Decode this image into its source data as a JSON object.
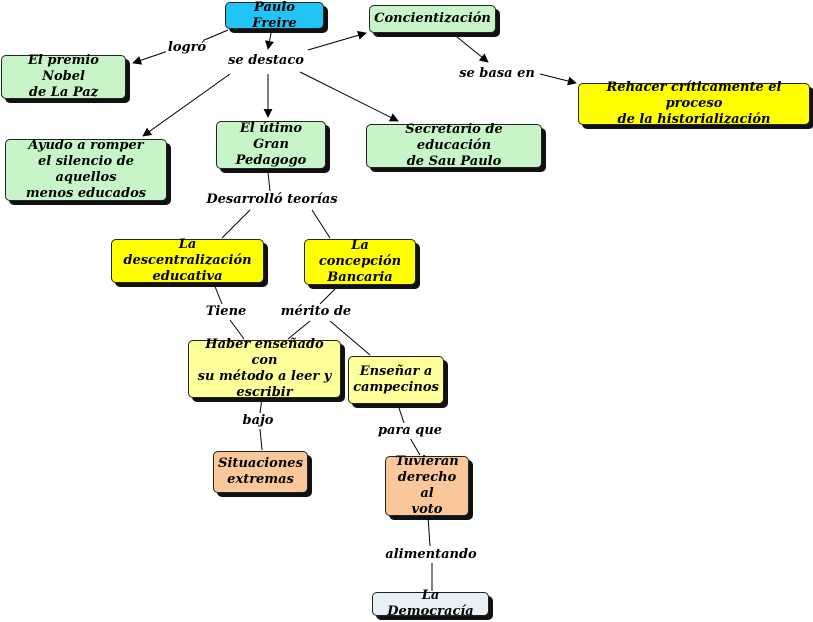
{
  "colors": {
    "blue": "#21c4f5",
    "green": "#c8f5c8",
    "yellow": "#ffff00",
    "lightyellow": "#ffff99",
    "orange": "#f9c79a",
    "gray": "#e6f0f5"
  },
  "nodes": {
    "paulo": "Paulo Freire",
    "concientizacion": "Concientización",
    "nobel": "El premio Nobel\nde La Paz",
    "rehacer": "Rehacer críticamente el proceso\nde la historialización",
    "ayudo": "Ayudo a romper\nel silencio de aquellos\nmenos educados",
    "pedagogo": "El útimo Gran\nPedagogo",
    "secretario": "Secretario de educación\nde Sau Paulo",
    "descentralizacion": "La descentralización\neducativa",
    "bancaria": "La concepción\nBancaria",
    "haber": "Haber enseñado con\nsu método a leer y\nescribir",
    "ensenar": "Enseñar a\ncampecinos",
    "situaciones": "Situaciones\nextremas",
    "tuvieran": "Tuvieran\nderecho al\nvoto",
    "democracia": "La Democracía"
  },
  "labels": {
    "logro": "logró",
    "se_destaco": "se destaco",
    "se_basa_en": "se basa en",
    "desarrollo": "Desarrolló teorías",
    "tiene": "Tiene",
    "merito": "mérito de",
    "bajo": "bajo",
    "para_que": "para que",
    "alimentando": "alimentando"
  }
}
